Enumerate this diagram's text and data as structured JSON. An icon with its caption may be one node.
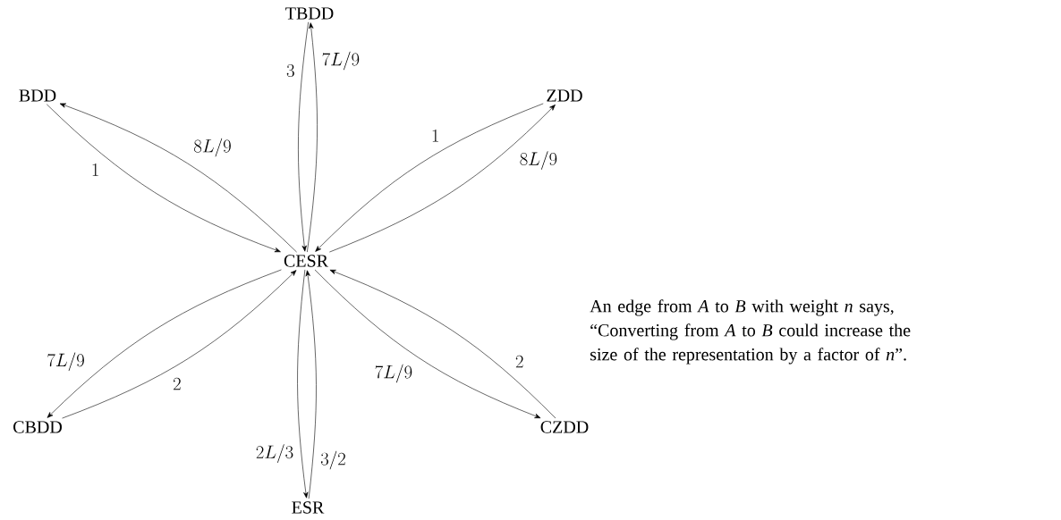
{
  "diagram": {
    "nodes": [
      {
        "text": [
          "TBDD"
        ]
      },
      {
        "text": [
          "BDD"
        ]
      },
      {
        "text": [
          "ZDD"
        ]
      },
      {
        "text": [
          "CESR"
        ]
      },
      {
        "text": [
          "CBDD"
        ]
      },
      {
        "text": [
          "CZDD"
        ]
      },
      {
        "text": [
          "ESR"
        ]
      }
    ],
    "edges": [
      {
        "from": 0,
        "to": 3,
        "arrow": "to",
        "label": "3"
      },
      {
        "from": 3,
        "to": 0,
        "arrow": "to",
        "label": "7L/9"
      },
      {
        "from": 3,
        "to": 1,
        "arrow": "to",
        "label": "8L/9"
      },
      {
        "from": 1,
        "to": 3,
        "arrow": "to",
        "label": "1"
      },
      {
        "from": 2,
        "to": 3,
        "arrow": "to",
        "label": "1"
      },
      {
        "from": 3,
        "to": 2,
        "arrow": "to",
        "label": "8L/9"
      },
      {
        "from": 3,
        "to": 4,
        "arrow": "to",
        "label": "7L/9"
      },
      {
        "from": 4,
        "to": 3,
        "arrow": "to",
        "label": "2"
      },
      {
        "from": 5,
        "to": 3,
        "arrow": "to",
        "label": "2"
      },
      {
        "from": 3,
        "to": 5,
        "arrow": "to",
        "label": "7L/9"
      },
      {
        "from": 3,
        "to": 6,
        "arrow": "to",
        "label": "2L/3"
      },
      {
        "from": 6,
        "to": 3,
        "arrow": "to",
        "label": "3/2"
      }
    ],
    "labels": [
      "An edge from *A* to *B* with weight *n* says, “Converting from *A* to *B* could increase the size of the representation by a factor of *n*”."
    ]
  }
}
